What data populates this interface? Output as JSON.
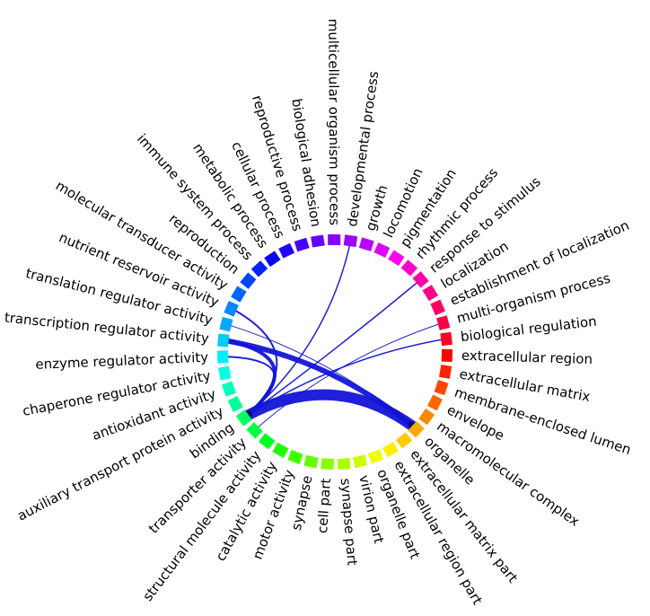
{
  "diagram": {
    "nodes": [
      {
        "label": "developmental process",
        "color": "#9a00ff"
      },
      {
        "label": "growth",
        "color": "#bb00ff"
      },
      {
        "label": "locomotion",
        "color": "#dd00ff"
      },
      {
        "label": "pigmentation",
        "color": "#ff00f0"
      },
      {
        "label": "rhythmic process",
        "color": "#ff00cc"
      },
      {
        "label": "response to stimulus",
        "color": "#ff00aa"
      },
      {
        "label": "localization",
        "color": "#ff0088"
      },
      {
        "label": "establishment of localization",
        "color": "#ff0066"
      },
      {
        "label": "multi-organism process",
        "color": "#ff0044"
      },
      {
        "label": "biological regulation",
        "color": "#ff0022"
      },
      {
        "label": "extracellular region",
        "color": "#ff0000"
      },
      {
        "label": "extracellular matrix",
        "color": "#ff2200"
      },
      {
        "label": "membrane-enclosed lumen",
        "color": "#ff4400"
      },
      {
        "label": "envelope",
        "color": "#ff6600"
      },
      {
        "label": "macromolecular complex",
        "color": "#ff8800"
      },
      {
        "label": "organelle",
        "color": "#ffaa00"
      },
      {
        "label": "extracellular matrix part",
        "color": "#ffcc00"
      },
      {
        "label": "extracellular region part",
        "color": "#ffee00"
      },
      {
        "label": "organelle part",
        "color": "#eeff00"
      },
      {
        "label": "virion part",
        "color": "#ccff00"
      },
      {
        "label": "synapse part",
        "color": "#aaff00"
      },
      {
        "label": "cell part",
        "color": "#88ff00"
      },
      {
        "label": "synapse",
        "color": "#66ff00"
      },
      {
        "label": "motor activity",
        "color": "#44ff00"
      },
      {
        "label": "catalytic activity",
        "color": "#22ff00"
      },
      {
        "label": "structural molecule activity",
        "color": "#00ff22"
      },
      {
        "label": "transporter activity",
        "color": "#00ff44"
      },
      {
        "label": "binding",
        "color": "#00ff66"
      },
      {
        "label": "auxiliary transport protein activity",
        "color": "#00ff99"
      },
      {
        "label": "antioxidant activity",
        "color": "#00ffbb"
      },
      {
        "label": "chaperone regulator activity",
        "color": "#00ffdd"
      },
      {
        "label": "enzyme regulator activity",
        "color": "#00eeff"
      },
      {
        "label": "transcription regulator activity",
        "color": "#00ccff"
      },
      {
        "label": "translation regulator activity",
        "color": "#00aaff"
      },
      {
        "label": "nutrient reservoir activity",
        "color": "#0088ff"
      },
      {
        "label": "molecular transducer activity",
        "color": "#0066ff"
      },
      {
        "label": "reproduction",
        "color": "#0044ff"
      },
      {
        "label": "immune system process",
        "color": "#0022ff"
      },
      {
        "label": "metabolic process",
        "color": "#0000ff"
      },
      {
        "label": "cellular process",
        "color": "#2200ff"
      },
      {
        "label": "reproductive process",
        "color": "#4400ff"
      },
      {
        "label": "biological adhesion",
        "color": "#6600ff"
      },
      {
        "label": "multicellular organism process",
        "color": "#8800ff"
      }
    ],
    "links": [
      {
        "from": 27,
        "to": 15,
        "weight": 12
      },
      {
        "from": 32,
        "to": 15,
        "weight": 6
      },
      {
        "from": 32,
        "to": 27,
        "weight": 4
      },
      {
        "from": 31,
        "to": 27,
        "weight": 2
      },
      {
        "from": 34,
        "to": 27,
        "weight": 2
      },
      {
        "from": 27,
        "to": 0,
        "weight": 1.5
      },
      {
        "from": 27,
        "to": 5,
        "weight": 1.5
      },
      {
        "from": 27,
        "to": 9,
        "weight": 1.5
      },
      {
        "from": 26,
        "to": 8,
        "weight": 1
      },
      {
        "from": 33,
        "to": 15,
        "weight": 1
      }
    ],
    "link_color": "#1414d8"
  }
}
